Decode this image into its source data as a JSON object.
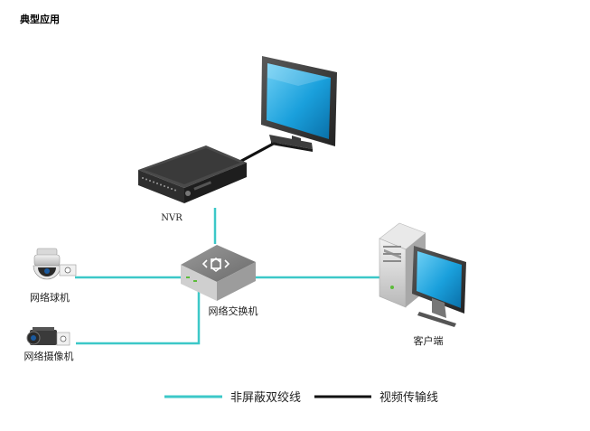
{
  "page": {
    "title": "典型应用"
  },
  "devices": {
    "nvr": {
      "label": "NVR",
      "icon": "nvr-recorder-icon"
    },
    "switch": {
      "label": "网络交换机",
      "icon": "network-switch-icon"
    },
    "dome_camera": {
      "label": "网络球机",
      "icon": "dome-camera-icon"
    },
    "box_camera": {
      "label": "网络摄像机",
      "icon": "box-camera-icon"
    },
    "client": {
      "label": "客户端",
      "icon": "desktop-pc-icon"
    },
    "monitor": {
      "label": "",
      "icon": "monitor-icon"
    }
  },
  "legend": {
    "utp": {
      "label": "非屏蔽双绞线",
      "color": "#3cc8c8"
    },
    "video": {
      "label": "视频传输线",
      "color": "#111111"
    }
  },
  "colors": {
    "utp_line": "#3cc8c8",
    "video_line": "#111111",
    "screen": "#1a9ad6"
  }
}
